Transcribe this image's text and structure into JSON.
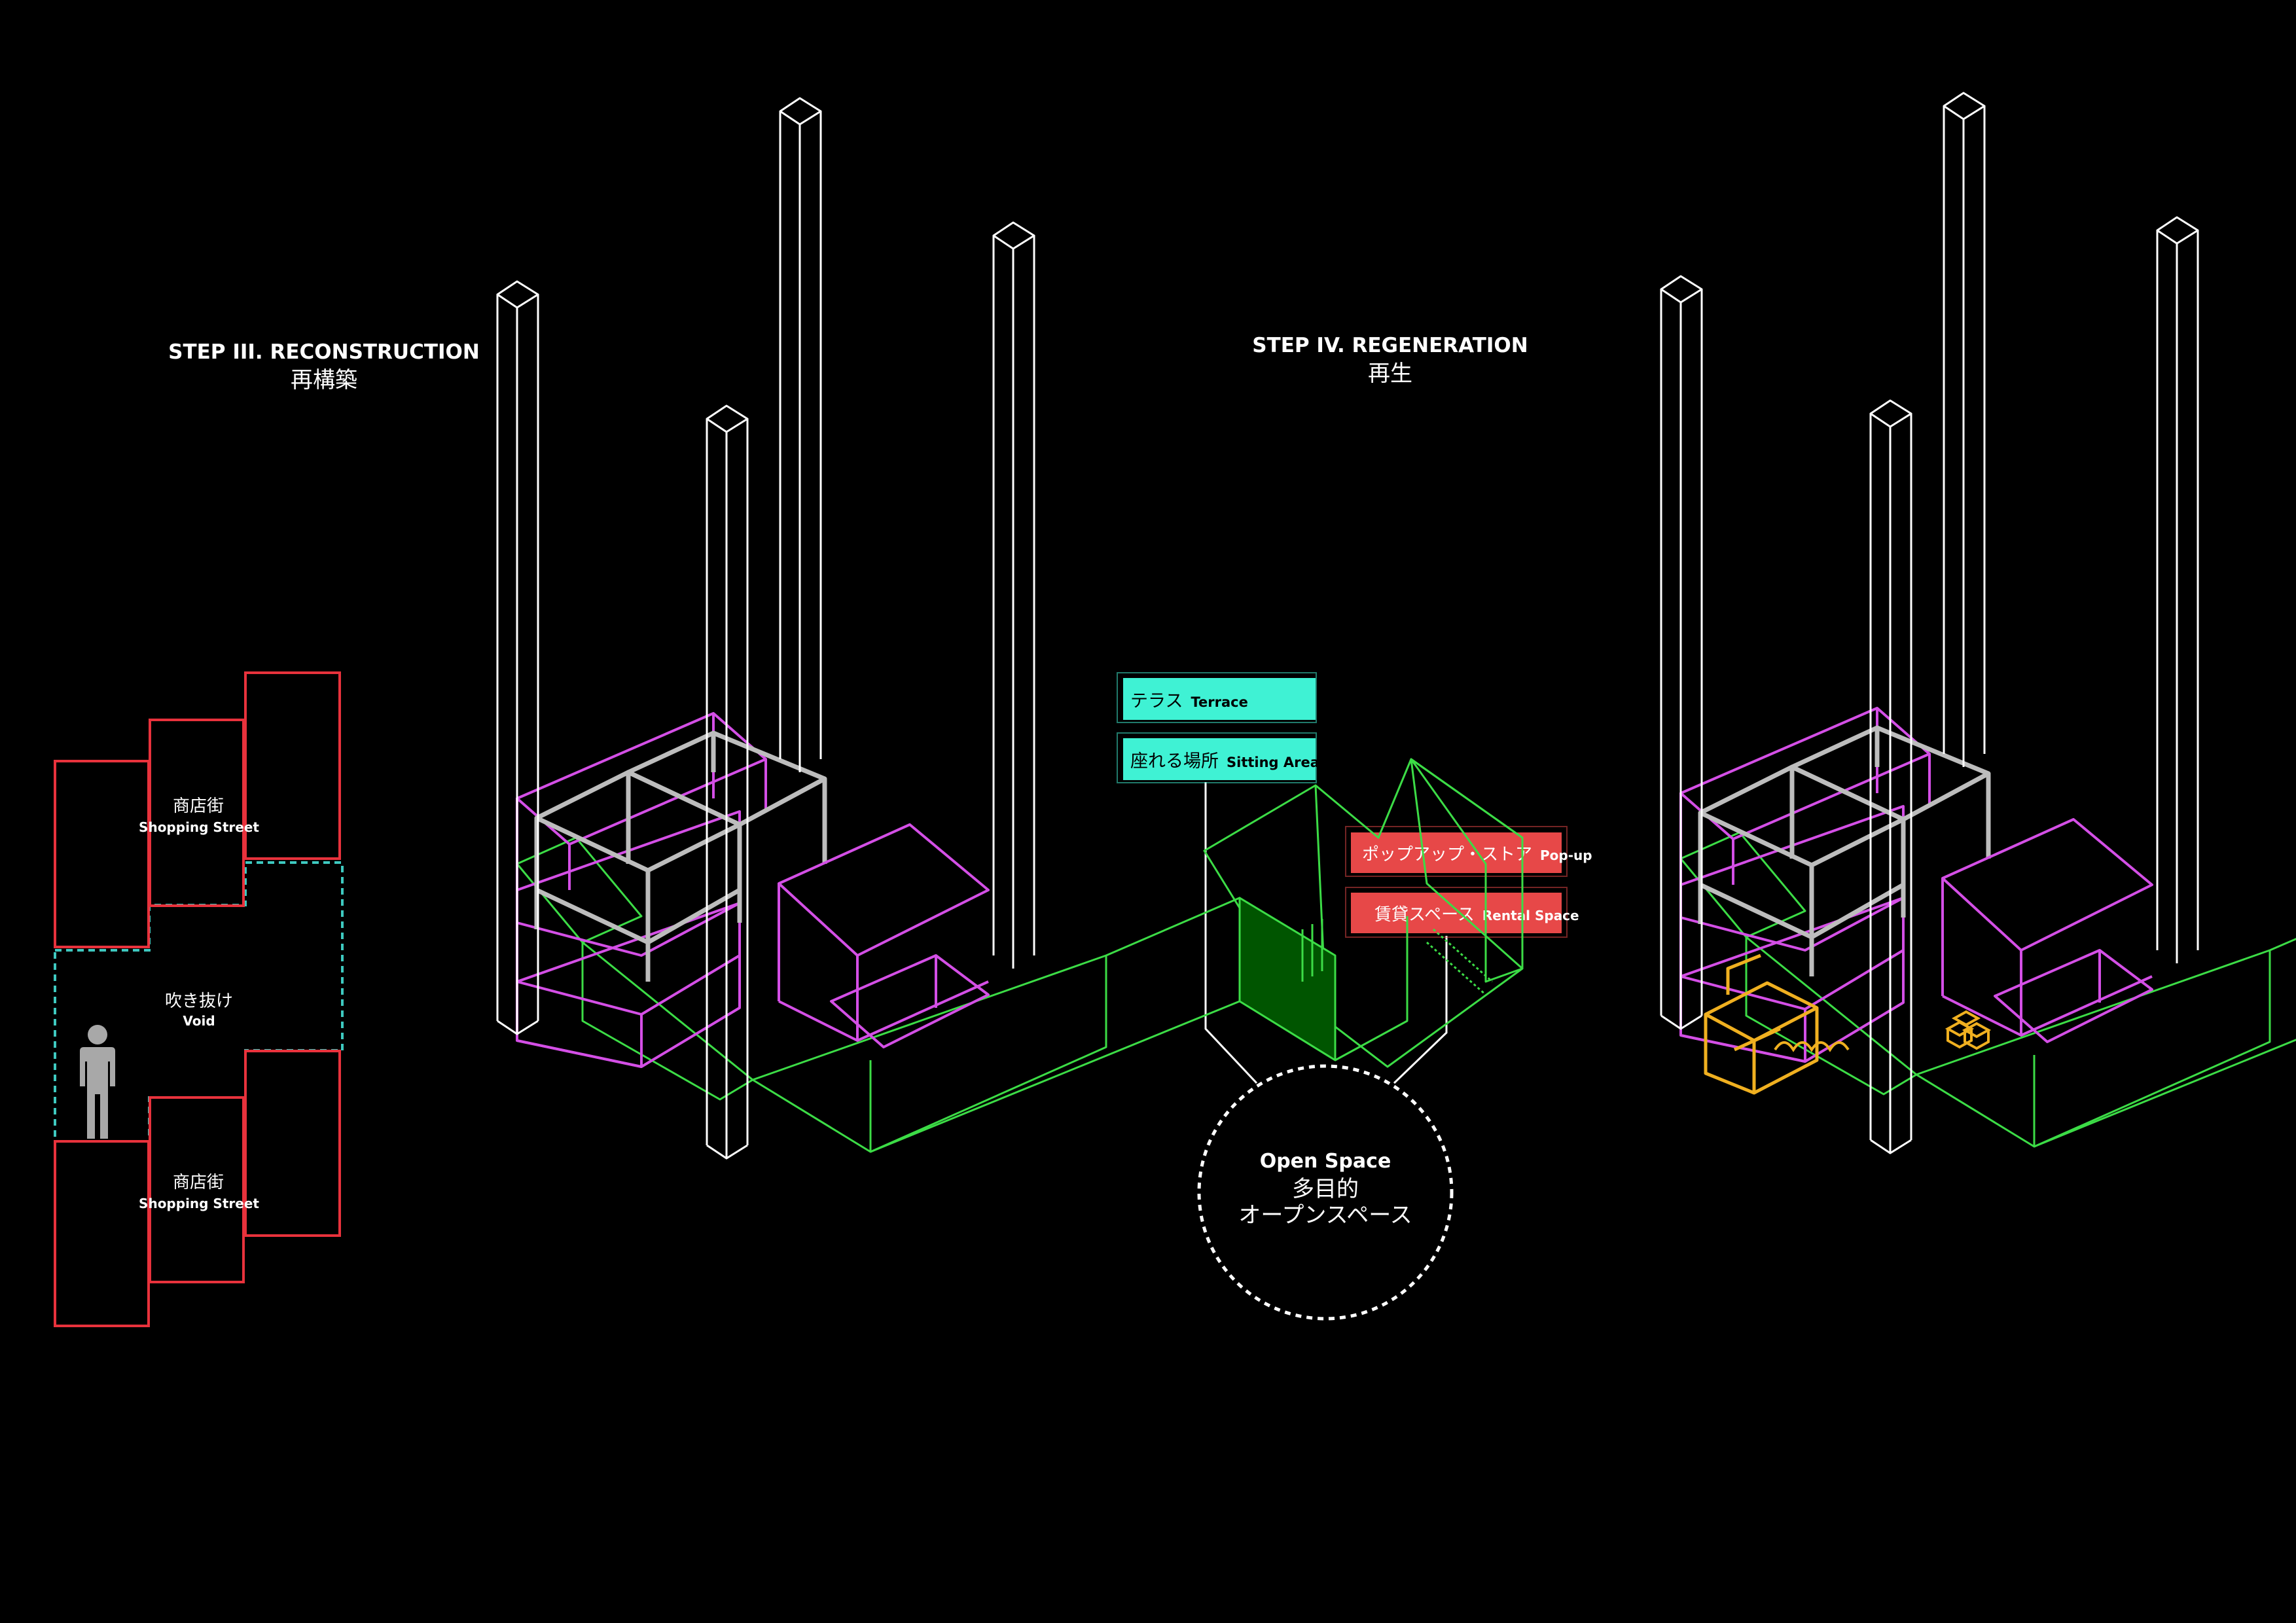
{
  "colors": {
    "background": "#000000",
    "shaft": "#ffffff",
    "frame": "#bdbdbd",
    "floor": "#d44fe6",
    "landscape": "#3cdc46",
    "plan_red": "#e8323c",
    "void_teal": "#3ec9c0",
    "label_teal": "#3ff2d4",
    "label_red": "#e74848",
    "furniture": "#f0b020",
    "figure": "#a8a8a8"
  },
  "step3": {
    "title_en": "STEP III. RECONSTRUCTION",
    "title_jp": "再構築"
  },
  "step4": {
    "title_en": "STEP IV. REGENERATION",
    "title_jp": "再生"
  },
  "plan": {
    "top_label_jp": "商店街",
    "top_label_en": "Shopping Street",
    "void_jp": "吹き抜け",
    "void_en": "Void",
    "bottom_label_jp": "商店街",
    "bottom_label_en": "Shopping Street"
  },
  "tags": {
    "terrace_jp": "テラス",
    "terrace_en": "Terrace",
    "sitting_jp": "座れる場所",
    "sitting_en": "Sitting Area",
    "popup_jp": "ポップアップ・ストア",
    "popup_en": "Pop-up",
    "rental_jp": "賃貸スペース",
    "rental_en": "Rental Space"
  },
  "open_space": {
    "en": "Open Space",
    "jp1": "多目的",
    "jp2": "オープンスペース"
  }
}
